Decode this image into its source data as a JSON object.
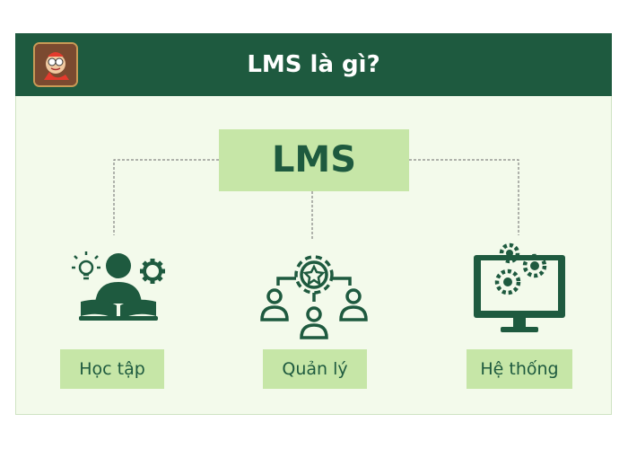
{
  "header": {
    "title": "LMS là gì?"
  },
  "center": {
    "label": "LMS"
  },
  "items": [
    {
      "label": "Học tập",
      "icon": "reader-learning-icon"
    },
    {
      "label": "Quản lý",
      "icon": "management-network-icon"
    },
    {
      "label": "Hệ thống",
      "icon": "monitor-gears-icon"
    }
  ],
  "colors": {
    "header_bg": "#1e5a3f",
    "accent": "#c6e6a7",
    "background": "#f3faeb",
    "text": "#1e5a3f"
  }
}
